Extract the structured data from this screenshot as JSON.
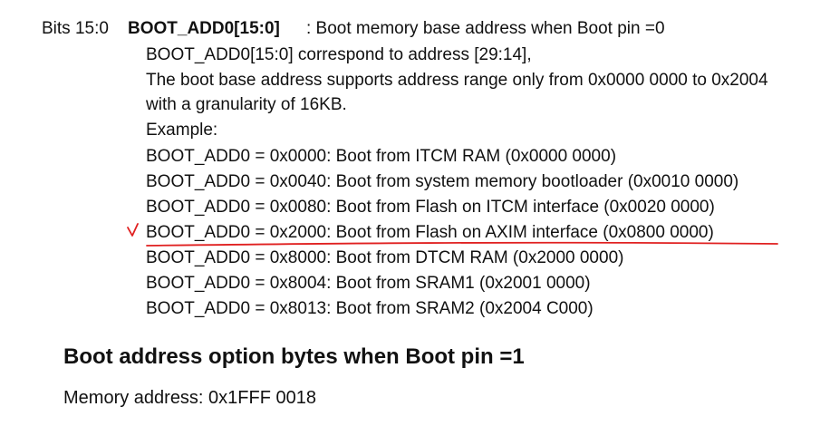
{
  "register": {
    "bits_label": "Bits 15:0",
    "field_name": "BOOT_ADD0[15:0]",
    "field_desc": ": Boot memory base address when Boot pin =0"
  },
  "description": [
    "BOOT_ADD0[15:0] correspond to address [29:14],",
    "The boot base address supports address range only from 0x0000 0000 to 0x2004",
    "with a granularity of 16KB.",
    "Example:"
  ],
  "examples": [
    "BOOT_ADD0 = 0x0000: Boot from ITCM RAM (0x0000 0000)",
    "BOOT_ADD0 = 0x0040: Boot from system memory bootloader (0x0010 0000)",
    "BOOT_ADD0 = 0x0080: Boot from Flash on ITCM interface (0x0020 0000)",
    "BOOT_ADD0 = 0x2000: Boot from Flash on AXIM interface (0x0800 0000)",
    "BOOT_ADD0 = 0x8000: Boot from DTCM RAM (0x2000 0000)",
    "BOOT_ADD0 = 0x8004: Boot from SRAM1 (0x2001 0000)",
    "BOOT_ADD0 = 0x8013: Boot from SRAM2 (0x2004 C000)"
  ],
  "annotation": {
    "color": "#e02020"
  },
  "section": {
    "heading": "Boot address option bytes when Boot pin =1",
    "memory_address": "Memory address: 0x1FFF 0018"
  }
}
